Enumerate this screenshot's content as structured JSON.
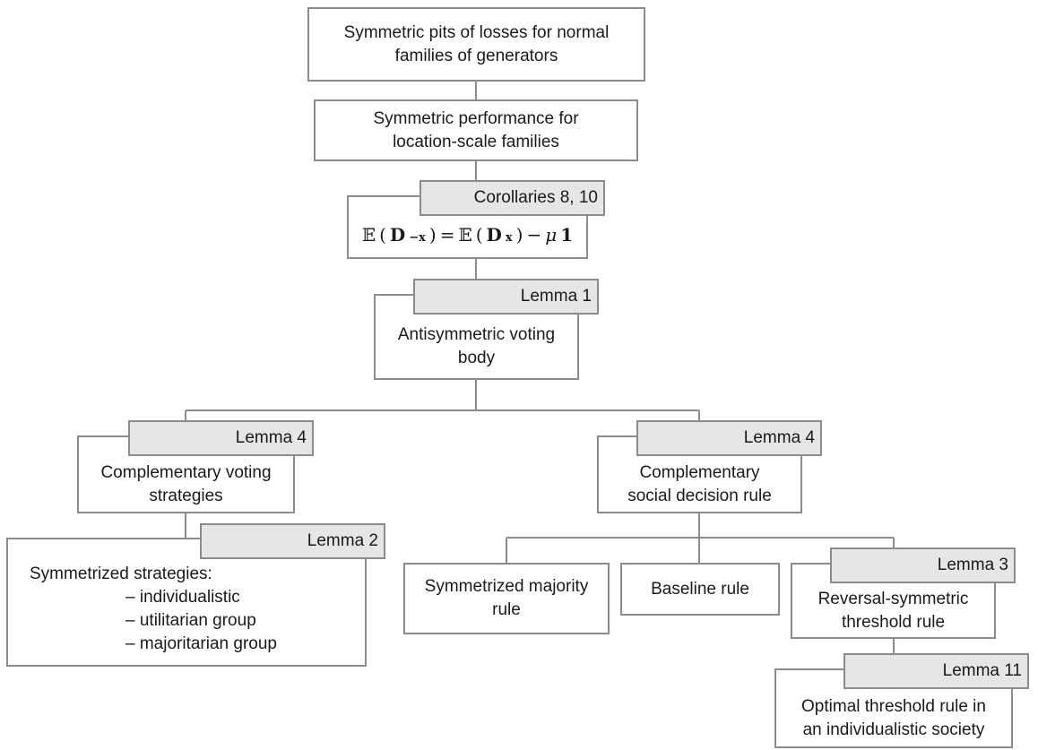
{
  "nodes": {
    "root": {
      "line1": "Symmetric pits of losses for normal",
      "line2": "families of generators"
    },
    "performance": {
      "line1": "Symmetric performance for",
      "line2": "location-scale families"
    },
    "expectation": {
      "tag": "Corollaries 8, 10",
      "bb_e": "𝔼",
      "lhs_d": "D",
      "lhs_sub": "−x",
      "equals": "=",
      "rhs_d": "D",
      "rhs_sub": "x",
      "minus": "−",
      "mu": "μ",
      "one": "1"
    },
    "antisymmetric": {
      "tag": "Lemma 1",
      "line1": "Antisymmetric voting",
      "line2": "body"
    },
    "complementary_strategies": {
      "tag": "Lemma 4",
      "line1": "Complementary voting",
      "line2": "strategies"
    },
    "complementary_rule": {
      "tag": "Lemma 4",
      "line1": "Complementary",
      "line2": "social decision rule"
    },
    "symmetrized_strategies": {
      "tag": "Lemma 2",
      "heading": "Symmetrized strategies:",
      "items": [
        "– individualistic",
        "– utilitarian group",
        "– majoritarian group"
      ]
    },
    "majority_rule": {
      "line1": "Symmetrized majority",
      "line2": "rule"
    },
    "baseline_rule": {
      "line1": "Baseline rule"
    },
    "threshold_rule": {
      "tag": "Lemma 3",
      "line1": "Reversal-symmetric",
      "line2": "threshold rule"
    },
    "optimal_threshold": {
      "tag": "Lemma 11",
      "line1": "Optimal threshold rule in",
      "line2": "an individualistic society"
    }
  }
}
